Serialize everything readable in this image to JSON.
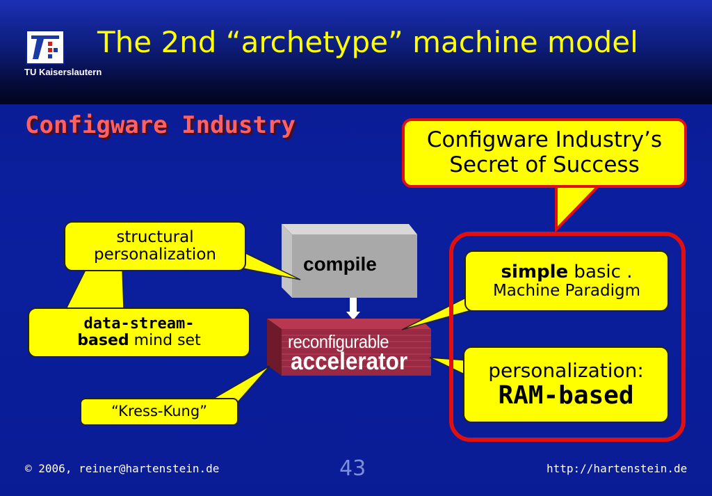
{
  "header": {
    "title": "The 2nd “archetype” machine model",
    "logo_text": "TU Kaiserslautern"
  },
  "subtitle": "Configware Industry",
  "callout": {
    "line1": "Configware Industry’s",
    "line2": "Secret of Success"
  },
  "diagram": {
    "compile": "compile",
    "accelerator_line1": "reconfigurable",
    "accelerator_line2": "accelerator",
    "structural": [
      "structural",
      "personalization"
    ],
    "data_stream_bold_1": "data-stream-",
    "data_stream_bold_2": "based",
    "data_stream_rest": " mind set",
    "kress_kung": "“Kress-Kung”",
    "simple_bold": "simple",
    "simple_rest": " basic .",
    "machine_paradigm": "Machine Paradigm",
    "personalization": "personalization:",
    "ram_based": "RAM-based"
  },
  "footer": {
    "copyright_symbol": "©",
    "copyright": "2006, reiner@hartenstein.de",
    "page_number": "43",
    "url": "http://hartenstein.de"
  },
  "colors": {
    "background": "#0b1f9e",
    "title": "#ffff00",
    "subtitle": "#ff6060",
    "callout_fill": "#ffff00",
    "frame": "#e01010",
    "accelerator": "#9a2a44"
  }
}
